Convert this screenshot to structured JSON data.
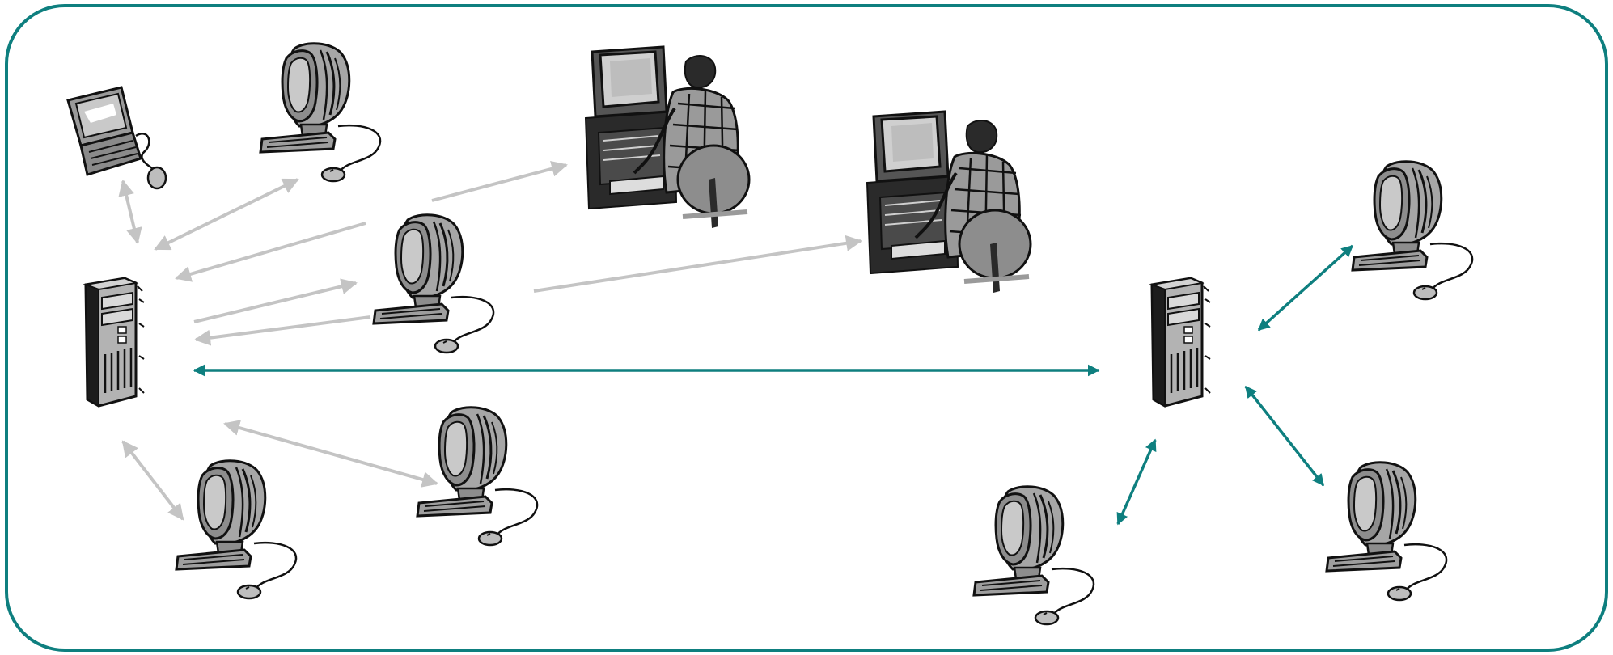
{
  "diagram": {
    "type": "network-diagram",
    "labels": [],
    "colors": {
      "frame": "#0e7f7f",
      "backbone_link": "#0e7f7f",
      "local_link": "#c4c4c4",
      "device_fill": "#9a9a9a",
      "device_dark": "#1a1a1a"
    },
    "nodes": [
      {
        "id": "laptop",
        "icon": "laptop-icon"
      },
      {
        "id": "server-left",
        "icon": "server-tower-icon"
      },
      {
        "id": "server-right",
        "icon": "server-tower-icon"
      },
      {
        "id": "pc-left-top",
        "icon": "desktop-computer-icon"
      },
      {
        "id": "pc-left-mid",
        "icon": "desktop-computer-icon"
      },
      {
        "id": "pc-left-bottom-a",
        "icon": "desktop-computer-icon"
      },
      {
        "id": "pc-left-bottom-b",
        "icon": "desktop-computer-icon"
      },
      {
        "id": "workstation-user-1",
        "icon": "person-at-workstation-icon"
      },
      {
        "id": "workstation-user-2",
        "icon": "person-at-workstation-icon"
      },
      {
        "id": "pc-right-top",
        "icon": "desktop-computer-icon"
      },
      {
        "id": "pc-right-bottom-a",
        "icon": "desktop-computer-icon"
      },
      {
        "id": "pc-right-bottom-b",
        "icon": "desktop-computer-icon"
      }
    ],
    "links": [
      {
        "from": "server-left",
        "to": "server-right",
        "style": "backbone",
        "direction": "both"
      },
      {
        "from": "server-left",
        "to": "laptop",
        "style": "local",
        "direction": "both"
      },
      {
        "from": "server-left",
        "to": "pc-left-top",
        "style": "local",
        "direction": "both"
      },
      {
        "from": "pc-left-mid",
        "to": "server-left",
        "style": "local",
        "direction": "to"
      },
      {
        "from": "server-left",
        "to": "pc-left-mid",
        "style": "local",
        "direction": "to"
      },
      {
        "from": "pc-left-mid",
        "to": "server-left",
        "style": "local",
        "direction": "to"
      },
      {
        "from": "pc-left-top",
        "to": "workstation-user-1",
        "style": "local",
        "direction": "to"
      },
      {
        "from": "pc-left-mid",
        "to": "workstation-user-2",
        "style": "local",
        "direction": "to"
      },
      {
        "from": "server-left",
        "to": "pc-left-bottom-a",
        "style": "local",
        "direction": "both"
      },
      {
        "from": "server-left",
        "to": "pc-left-bottom-b",
        "style": "local",
        "direction": "both"
      },
      {
        "from": "server-right",
        "to": "pc-right-top",
        "style": "backbone",
        "direction": "both"
      },
      {
        "from": "server-right",
        "to": "pc-right-bottom-a",
        "style": "backbone",
        "direction": "both"
      },
      {
        "from": "server-right",
        "to": "pc-right-bottom-b",
        "style": "backbone",
        "direction": "both"
      }
    ]
  }
}
